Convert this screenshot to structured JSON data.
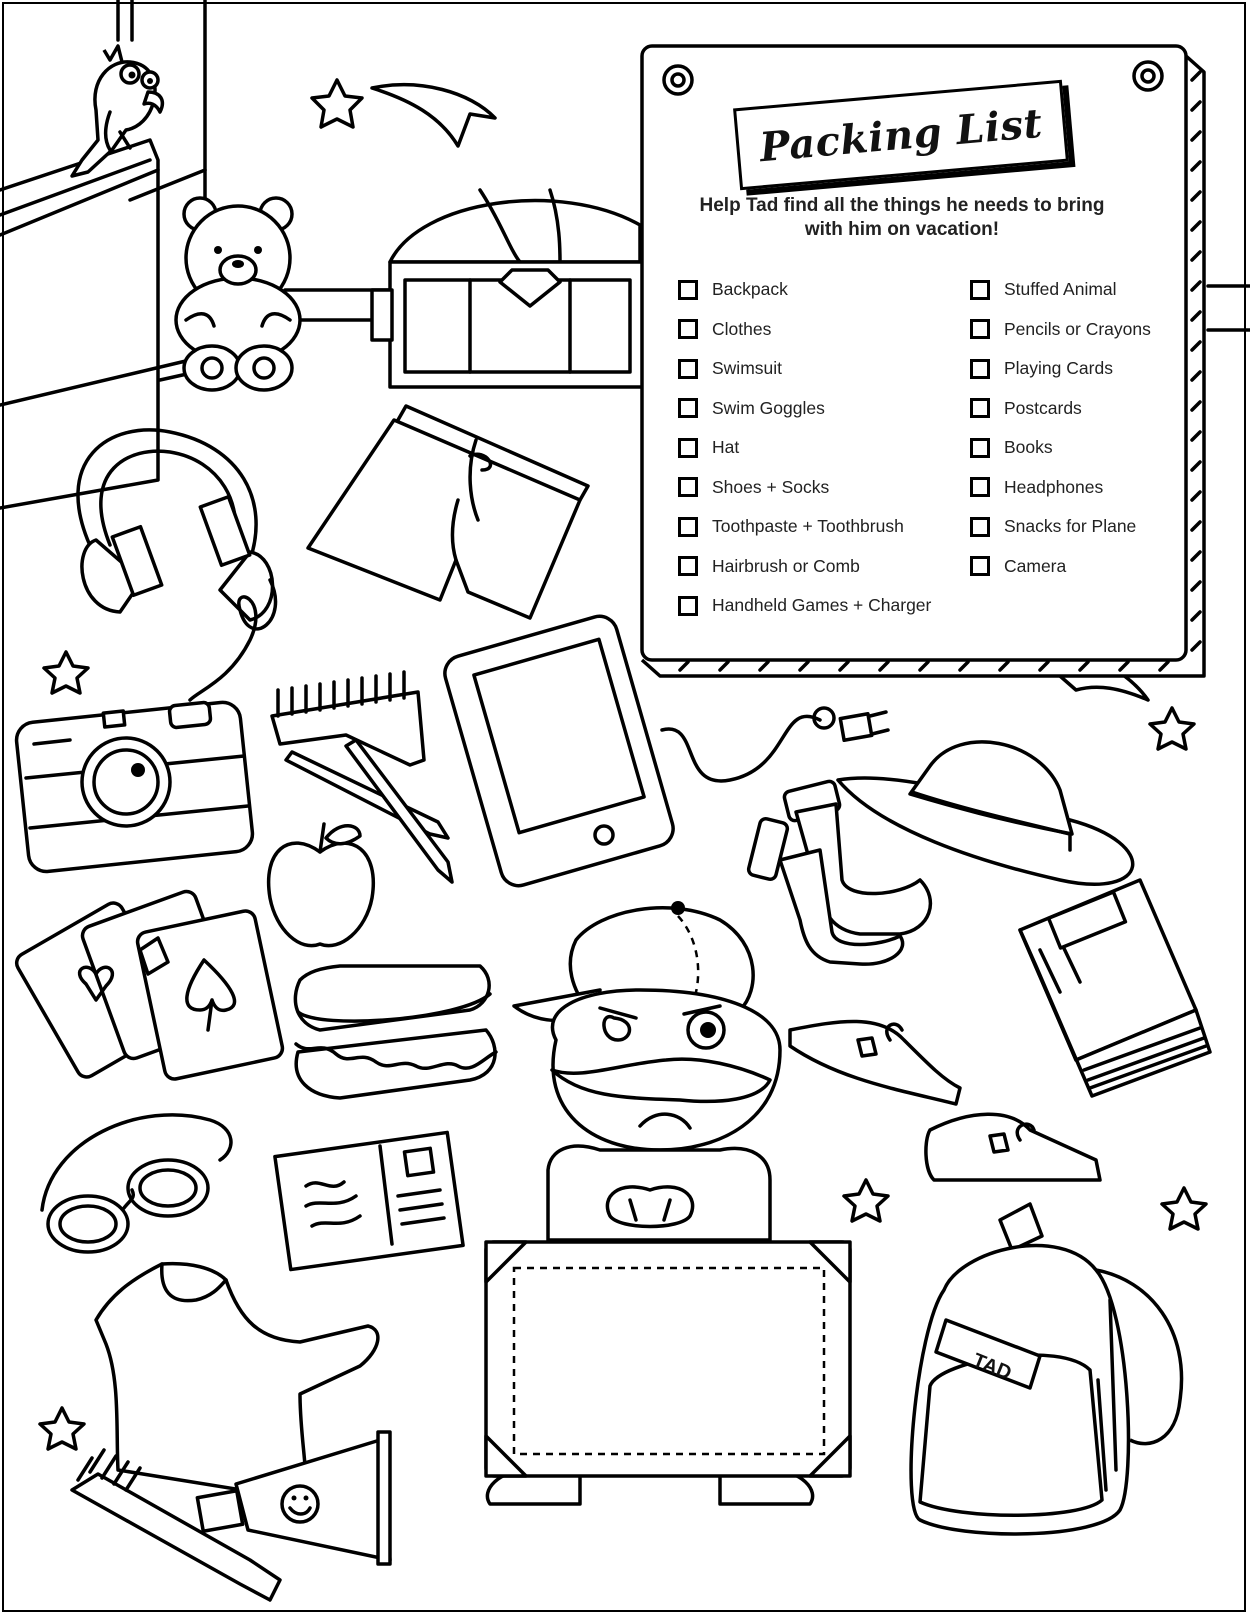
{
  "packing_list": {
    "title": "Packing List",
    "instructions": "Help Tad find all the things he needs to bring with him on vacation!",
    "items_left": [
      "Backpack",
      "Clothes",
      "Swimsuit",
      "Swim Goggles",
      "Hat",
      "Shoes + Socks",
      "Toothpaste + Toothbrush",
      "Hairbrush or Comb",
      "Handheld Games + Charger"
    ],
    "items_right": [
      "Stuffed Animal",
      "Pencils or Crayons",
      "Playing Cards",
      "Postcards",
      "Books",
      "Headphones",
      "Snacks for Plane",
      "Camera"
    ]
  },
  "backpack": {
    "name_tag": "TAD"
  },
  "icons": [
    "parrot-icon",
    "shooting-star-icon",
    "teddy-bear-icon",
    "toy-chest-icon",
    "headphones-icon",
    "swim-trunks-icon",
    "tablet-icon",
    "camera-icon",
    "comb-icon",
    "pencils-icon",
    "apple-icon",
    "hat-icon",
    "socks-icon",
    "playing-cards-icon",
    "sandwich-icon",
    "book-icon",
    "sneakers-icon",
    "goggles-icon",
    "postcard-icon",
    "tad-character-icon",
    "suitcase-icon",
    "backpack-icon",
    "t-shirt-icon",
    "toothbrush-icon",
    "toothpaste-icon",
    "star-icon"
  ]
}
